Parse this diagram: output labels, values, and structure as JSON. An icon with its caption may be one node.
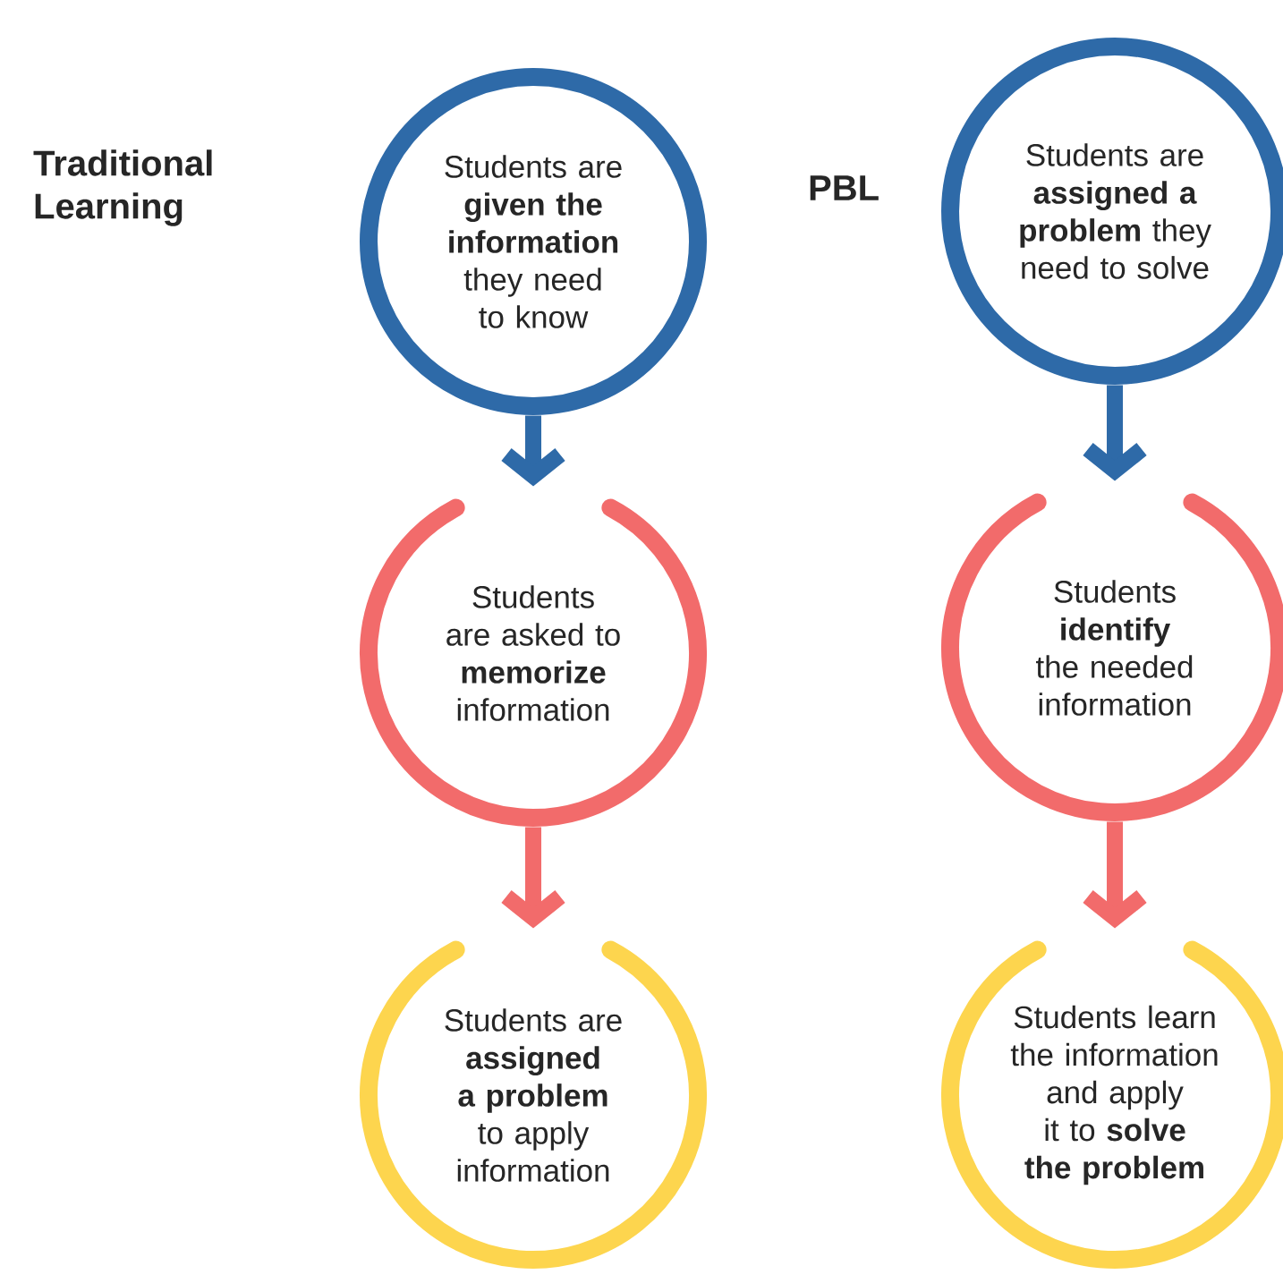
{
  "diagram": {
    "nodes": [
      {
        "text": [
          "Students are **given the information** they need to know"
        ]
      },
      {
        "text": [
          "Students are asked to **memorize** information"
        ]
      },
      {
        "text": [
          "Students are **assigned a problem** to apply information"
        ]
      },
      {
        "text": [
          "Students are **assigned a problem** they need to solve"
        ]
      },
      {
        "text": [
          "Students **identify** the needed information"
        ]
      },
      {
        "text": [
          "Students learn the information and apply it to **solve the problem**"
        ]
      }
    ],
    "edges": [
      {
        "from": 0,
        "to": 1,
        "arrow": "to",
        "color": "#2e6aa8"
      },
      {
        "from": 1,
        "to": 2,
        "arrow": "to",
        "color": "#f26b6b"
      },
      {
        "from": 3,
        "to": 4,
        "arrow": "to",
        "color": "#2e6aa8"
      },
      {
        "from": 4,
        "to": 5,
        "arrow": "to",
        "color": "#f26b6b"
      }
    ],
    "labels": [
      "**Traditional Learning**",
      "**PBL**"
    ]
  }
}
